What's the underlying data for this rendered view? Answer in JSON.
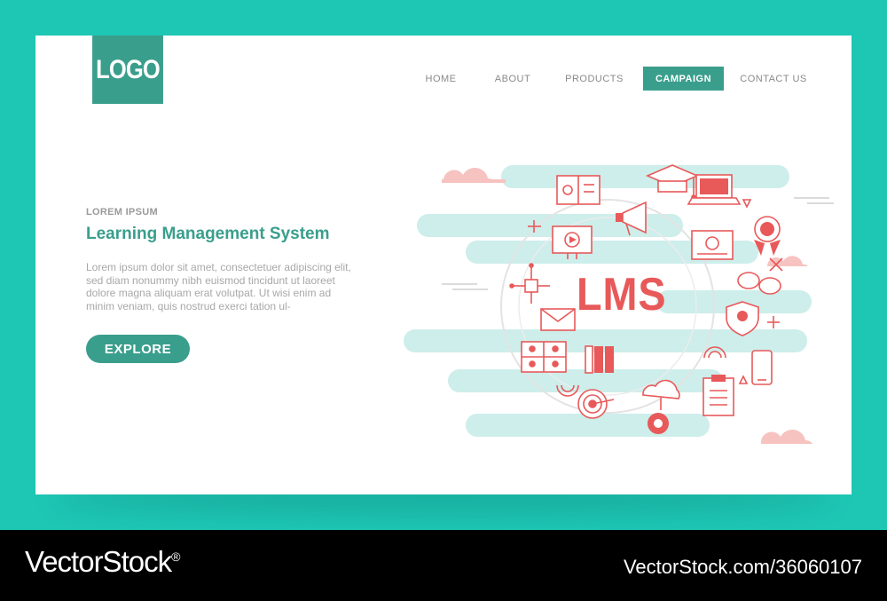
{
  "logo": {
    "text": "LOGO"
  },
  "nav": {
    "items": [
      {
        "label": "HOME"
      },
      {
        "label": "ABOUT"
      },
      {
        "label": "PRODUCTS"
      },
      {
        "label": "CAMPAIGN",
        "active": true
      },
      {
        "label": "CONTACT US"
      }
    ]
  },
  "hero": {
    "eyebrow": "LOREM IPSUM",
    "title": "Learning Management System",
    "body": "Lorem ipsum dolor sit amet, consectetuer adipiscing elit, sed diam nonummy nibh euismod tincidunt ut laoreet dolore magna aliquam erat volutpat. Ut wisi enim ad minim veniam, quis nostrud exerci tation ul-",
    "cta_label": "EXPLORE"
  },
  "illustration": {
    "center_text": "LMS",
    "icons": [
      "book-icon",
      "graduation-cap-icon",
      "laptop-icon",
      "award-ribbon-icon",
      "megaphone-icon",
      "video-player-icon",
      "certificate-icon",
      "chat-bubbles-icon",
      "circuit-chip-icon",
      "envelope-icon",
      "shield-check-icon",
      "video-conference-icon",
      "books-icon",
      "smartphone-icon",
      "target-icon",
      "cloud-sync-icon",
      "gear-icon",
      "clipboard-icon",
      "signal-icon"
    ]
  },
  "footer": {
    "brand": "VectorStock",
    "registered": "®",
    "stock_id": "VectorStock.com/36060107"
  },
  "colors": {
    "teal_bg": "#1ec6b4",
    "accent_teal": "#3a9e8c",
    "coral": "#e8595a",
    "mint": "#cdeeea",
    "pink": "#f6c3c0",
    "text_gray": "#a8a8a8"
  }
}
